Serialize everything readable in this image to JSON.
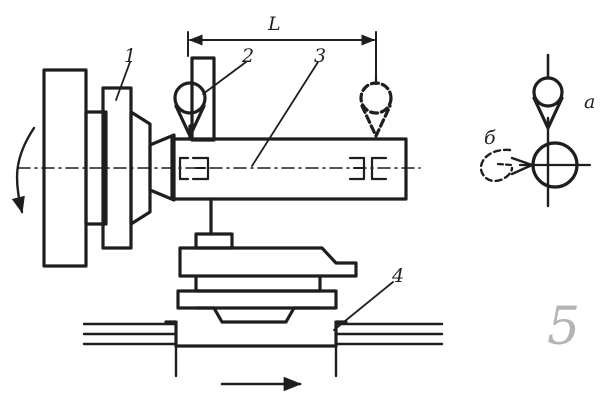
{
  "figure": {
    "dimension_label": "L",
    "callouts": [
      "1",
      "2",
      "3",
      "4"
    ],
    "detail_labels": {
      "a": "а",
      "b": "б"
    },
    "figure_mark": "5"
  },
  "colors": {
    "ink": "#1e1e1e",
    "background": "#ffffff",
    "mark": "#b4b4b4"
  }
}
